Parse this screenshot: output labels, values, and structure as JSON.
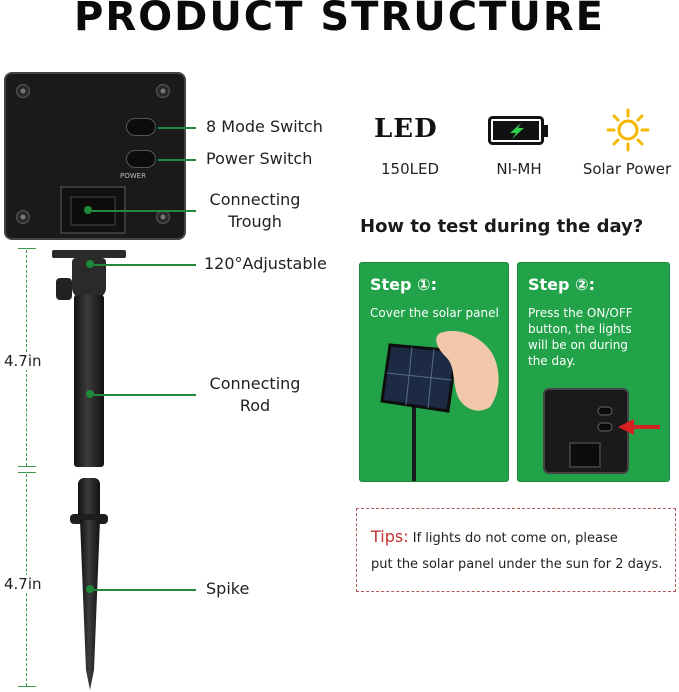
{
  "title": "PRODUCT STRUCTURE",
  "box": {
    "power_mark": "POWER"
  },
  "labels": {
    "mode_switch": "8 Mode Switch",
    "power_switch": "Power Switch",
    "connecting_trough_1": "Connecting",
    "connecting_trough_2": "Trough",
    "adjustable": "120°Adjustable",
    "connecting_rod_1": "Connecting",
    "connecting_rod_2": "Rod",
    "spike": "Spike"
  },
  "dimensions": {
    "upper": "4.7in",
    "lower": "4.7in"
  },
  "features": [
    {
      "icon": "led-text",
      "icon_text": "LED",
      "label": "150LED"
    },
    {
      "icon": "battery-icon",
      "label": "NI-MH"
    },
    {
      "icon": "sun-icon",
      "label": "Solar Power"
    }
  ],
  "test": {
    "title": "How to test during the day?",
    "step1": {
      "title": "Step ①:",
      "text": "Cover the solar panel"
    },
    "step2": {
      "title": "Step ②:",
      "text_lines": [
        "Press the ON/OFF",
        "button, the lights",
        "will be on during",
        "the day."
      ]
    }
  },
  "tips": {
    "label": "Tips:",
    "line1": " If lights do not come on, please",
    "line2": "put the solar panel under the sun for 2 days."
  },
  "colors": {
    "accent_green": "#1f8a3a",
    "card_green": "#22a34a",
    "tips_red": "#c33232",
    "sun_yellow": "#f5b700"
  }
}
